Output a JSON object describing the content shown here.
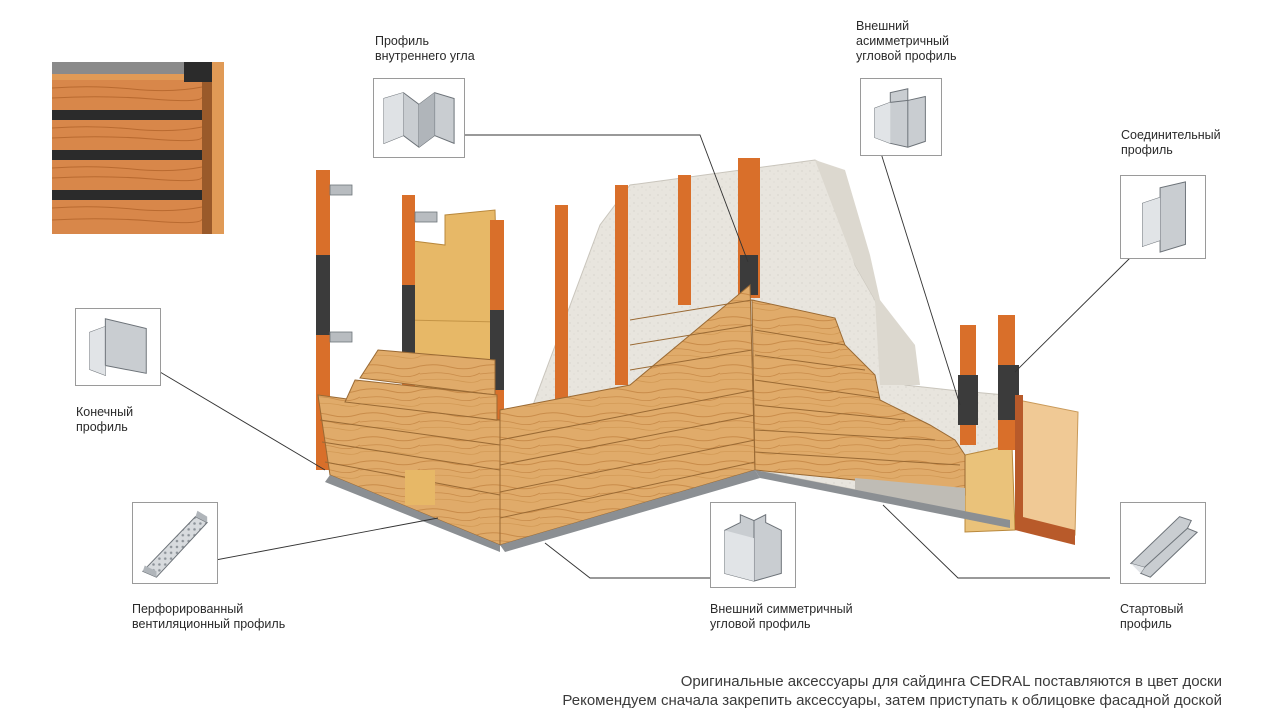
{
  "labels": {
    "inner_corner": [
      "Профиль",
      "внутреннего угла"
    ],
    "outer_asym": [
      "Внешний",
      "асимметричный",
      "угловой профиль"
    ],
    "connector": [
      "Соединительный",
      "профиль"
    ],
    "end": [
      "Конечный",
      "профиль"
    ],
    "perforated": [
      "Перфорированный",
      "вентиляционный профиль"
    ],
    "outer_sym": [
      "Внешний симметричный",
      "угловой профиль"
    ],
    "starter": [
      "Стартовый",
      "профиль"
    ]
  },
  "footer": [
    "Оригинальные аксессуары для сайдинга CEDRAL поставляются в цвет доски",
    "Рекомендуем сначала закрепить аксессуары, затем приступать к облицовке фасадной доской"
  ],
  "colors": {
    "board": "#e0ab6a",
    "board_dark": "#c98c4a",
    "batten": "#d96f2a",
    "concrete": "#e6e3dc",
    "insulation": "#e7b867",
    "metal": "#c8ccd1",
    "leader": "#333333"
  },
  "icons": [
    "wood-texture-swatch-icon",
    "inner-corner-profile-icon",
    "outer-asymmetric-corner-profile-icon",
    "connector-profile-icon",
    "end-profile-icon",
    "perforated-ventilation-profile-icon",
    "outer-symmetric-corner-profile-icon",
    "starter-profile-icon"
  ]
}
